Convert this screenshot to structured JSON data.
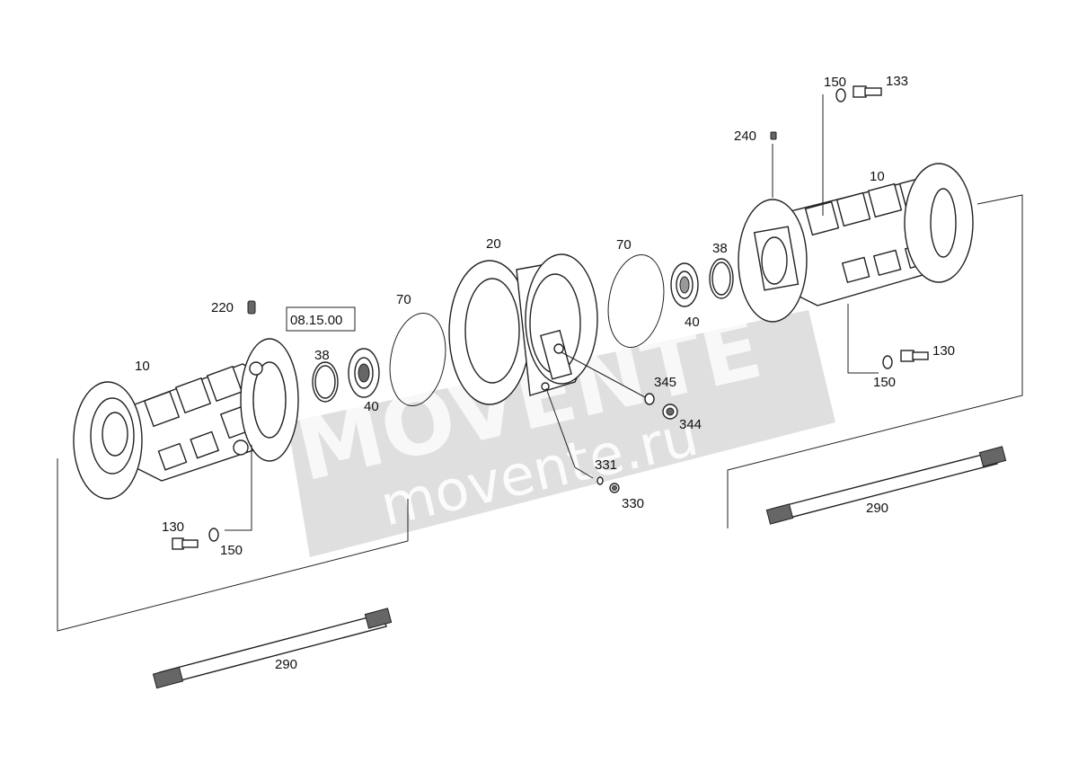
{
  "watermark": {
    "logo": "MOVENTE",
    "url": "movente.ru",
    "band_color": "#d9d9d9"
  },
  "reference_box": {
    "text": "08.15.00"
  },
  "labels": {
    "housing_left": "10",
    "housing_right": "10",
    "breather_left": "220",
    "breather_right": "240",
    "differential_carrier": "20",
    "oring_left": "70",
    "oring_right": "70",
    "snap_ring_left": "38",
    "snap_ring_right": "38",
    "bearing_left": "40",
    "bearing_right": "40",
    "seal_345": "345",
    "plug_344": "344",
    "washer_331": "331",
    "plug_330": "330",
    "screw_left": "130",
    "washer_left": "150",
    "screw_right_top": "133",
    "washer_right_top": "150",
    "screw_right_bottom": "130",
    "washer_right_bottom": "150",
    "shaft_left": "290",
    "shaft_right": "290"
  }
}
